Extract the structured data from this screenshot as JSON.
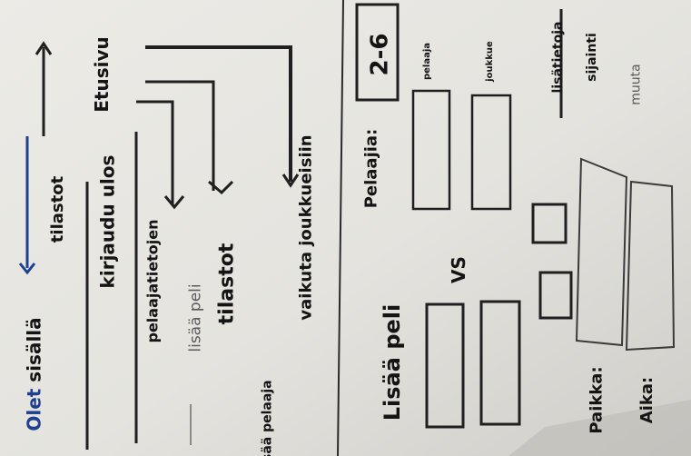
{
  "left_column": {
    "item_1": "Olet sisällä",
    "item_1_prefix": "Olet",
    "item_1_rest": "sisällä",
    "item_2": "tilastot",
    "item_3": "kirjaudu ulos",
    "item_4": "Etusivu",
    "item_5": "pelaajatietojen",
    "item_6": "lisää peli",
    "item_7": "tilastot",
    "item_8": "lisää pelaaja",
    "item_9": "vaikuta joukkueisiin"
  },
  "right_column": {
    "title": "Lisää peli",
    "field_players_label": "Pelaajia:",
    "field_players_value": "2-6",
    "vs": "VS",
    "place_label": "Paikka:",
    "time_label": "Aika:",
    "col_a_label": "pelaaja",
    "col_b_label": "joukkue",
    "side_label": "lisätietoja",
    "side_label_2": "sijainti",
    "side_label_3": "muuta"
  }
}
